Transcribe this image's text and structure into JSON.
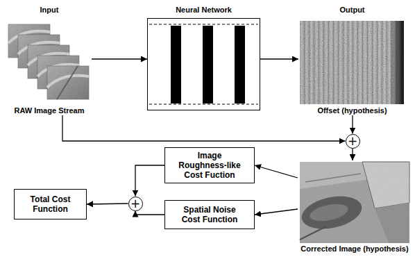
{
  "diagram": {
    "nodes": [
      {
        "text": [
          "Input",
          "RAW Image Stream"
        ]
      },
      {
        "text": [
          "Neural Network"
        ]
      },
      {
        "text": [
          "Output",
          "Offset (hypothesis)"
        ]
      },
      {
        "text": [
          "+"
        ]
      },
      {
        "text": [
          "Image Roughness-like Cost Fuction"
        ]
      },
      {
        "text": [
          "Corrected Image (hypothesis)"
        ]
      },
      {
        "text": [
          "Total Cost Function"
        ]
      },
      {
        "text": [
          "+"
        ]
      },
      {
        "text": [
          "Spatial Noise Cost Function"
        ]
      }
    ],
    "edges": [
      {
        "from": 0,
        "to": 1,
        "arrow": "to"
      },
      {
        "from": 1,
        "to": 2,
        "arrow": "to"
      },
      {
        "from": 0,
        "to": 3,
        "arrow": "to"
      },
      {
        "from": 2,
        "to": 3,
        "arrow": "to"
      },
      {
        "from": 3,
        "to": 5,
        "arrow": "to"
      },
      {
        "from": 5,
        "to": 4,
        "arrow": "to"
      },
      {
        "from": 5,
        "to": 8,
        "arrow": "to"
      },
      {
        "from": 4,
        "to": 7,
        "arrow": "to"
      },
      {
        "from": 8,
        "to": 7,
        "arrow": "to"
      },
      {
        "from": 7,
        "to": 6,
        "arrow": "to"
      }
    ]
  }
}
